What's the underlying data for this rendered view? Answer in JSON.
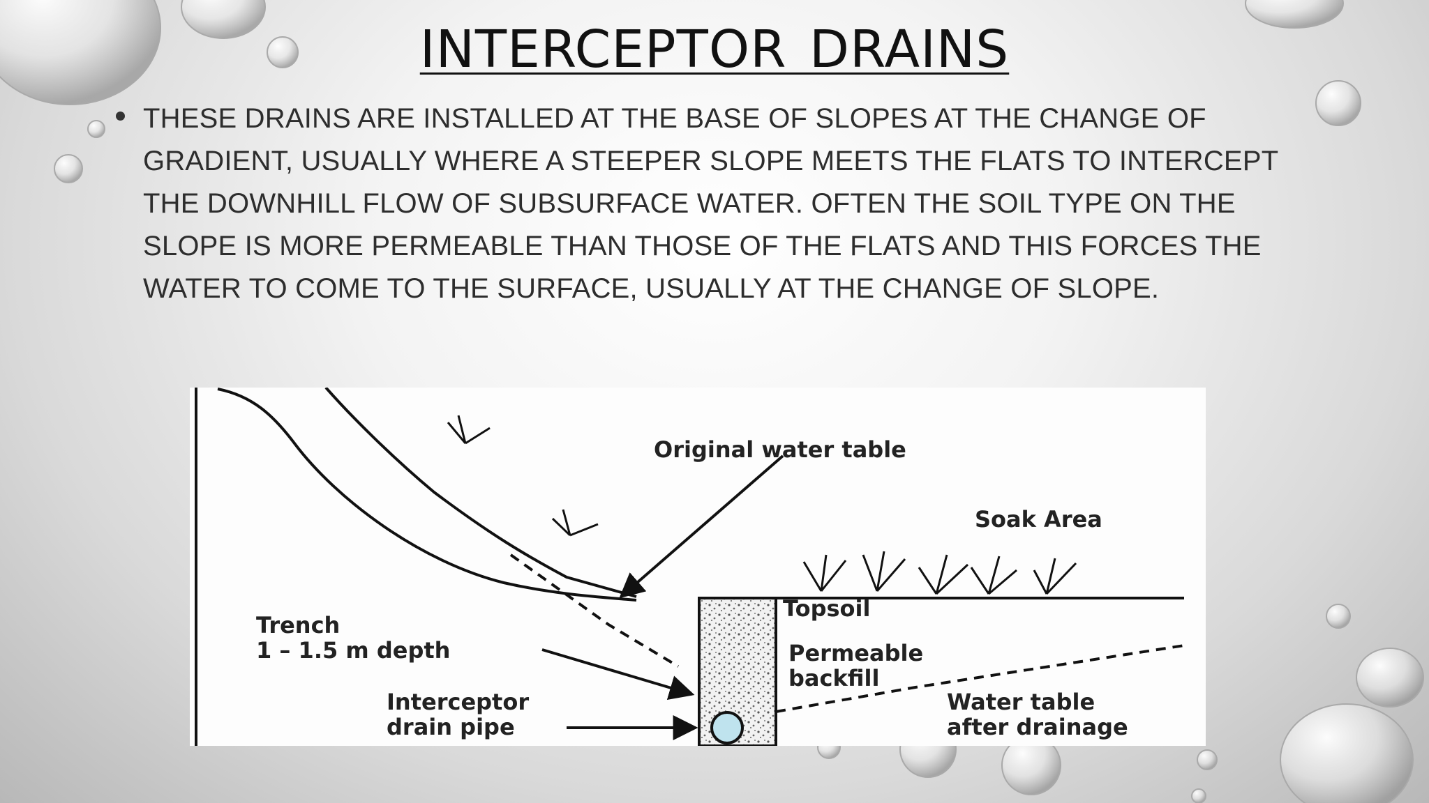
{
  "slide": {
    "title": "INTERCEPTOR DRAINS",
    "bullet": "THESE DRAINS ARE INSTALLED AT THE BASE OF SLOPES AT THE CHANGE OF GRADIENT, USUALLY WHERE A STEEPER SLOPE MEETS THE FLATS TO INTERCEPT THE DOWNHILL FLOW OF SUBSURFACE WATER. OFTEN THE SOIL TYPE ON THE SLOPE IS MORE PERMEABLE THAN THOSE OF THE FLATS AND THIS FORCES THE WATER TO COME TO THE SURFACE, USUALLY AT THE CHANGE OF SLOPE."
  },
  "diagram": {
    "original_water_table": "Original water table",
    "soak_area": "Soak Area",
    "topsoil": "Topsoil",
    "trench_line1": "Trench",
    "trench_line2": "1 – 1.5 m depth",
    "permeable_line1": "Permeable",
    "permeable_line2": "backfill",
    "interceptor_line1": "Interceptor",
    "interceptor_line2": "drain pipe",
    "water_table_line1": "Water table",
    "water_table_line2": "after drainage"
  },
  "colors": {
    "pipe_fill": "#bfe3ee",
    "text": "#2d2d2d"
  }
}
